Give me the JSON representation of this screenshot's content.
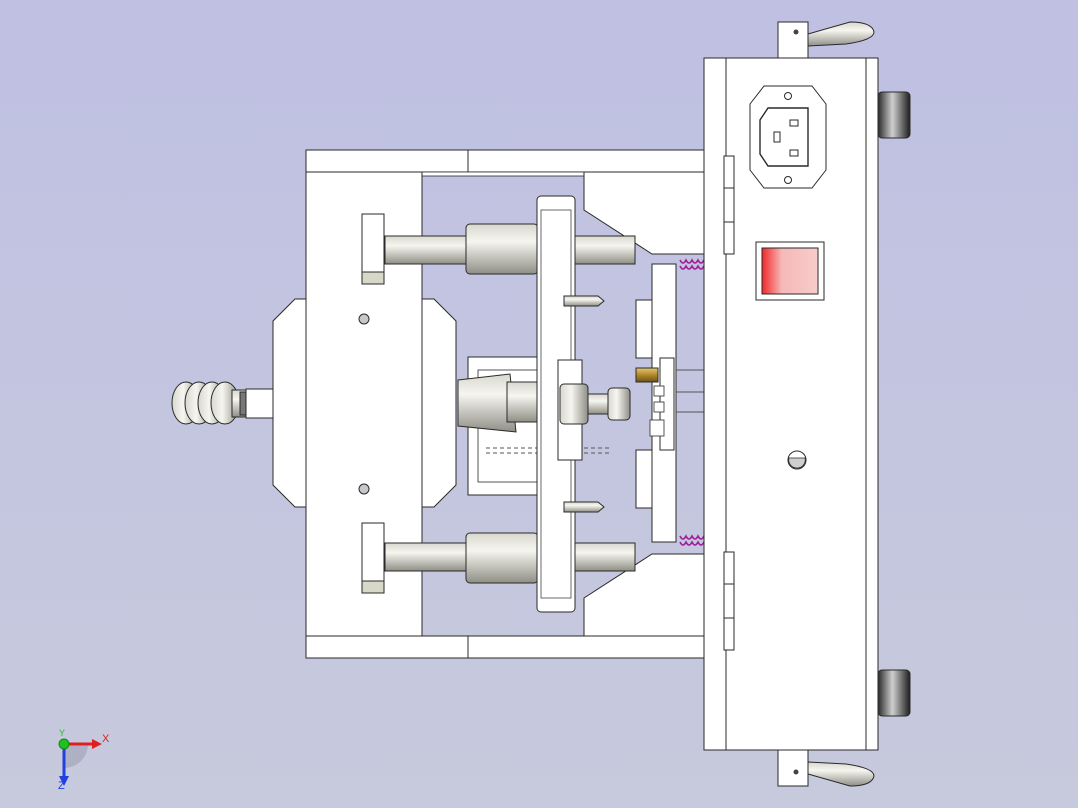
{
  "view": {
    "background": "#c3c5e0"
  },
  "triad": {
    "x_label": "X",
    "y_label": "Y",
    "z_label": "Z",
    "x_color": "#e02020",
    "y_color": "#20c020",
    "z_color": "#2040e0"
  },
  "colors": {
    "body": "#ffffff",
    "edge": "#2a2a2a",
    "steel_light": "#eeeee6",
    "steel_dark": "#8e8e84",
    "spring": "#a0209a",
    "brass": "#c8a040",
    "switch_red": "#ee2a2a",
    "switch_pink": "#f6b8b8"
  },
  "parts": {
    "hydraulic_coupling": "hydraulic-coupling",
    "front_plate": "front-plate",
    "guide_pillars": "guide-pillars",
    "moving_plate": "moving-plate",
    "ejector_springs": "ejector-springs",
    "electrical_box": "electrical-box",
    "power_inlet": "iec-power-inlet",
    "rocker_switch": "rocker-switch",
    "handles": "carry-handles",
    "feet": "rubber-feet"
  }
}
